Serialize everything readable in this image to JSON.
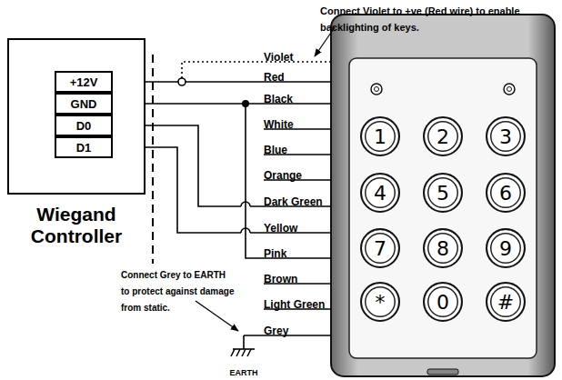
{
  "diagram": {
    "nodes": [
      {
        "text": [
          "Wiegand Controller"
        ]
      },
      {
        "text": [
          "+12V"
        ],
        "in": 0
      },
      {
        "text": [
          "GND"
        ],
        "in": 0
      },
      {
        "text": [
          "D0"
        ],
        "in": 0
      },
      {
        "text": [
          "D1"
        ],
        "in": 0
      },
      {
        "text": [
          "1"
        ]
      },
      {
        "text": [
          "2"
        ]
      },
      {
        "text": [
          "3"
        ]
      },
      {
        "text": [
          "4"
        ]
      },
      {
        "text": [
          "5"
        ]
      },
      {
        "text": [
          "6"
        ]
      },
      {
        "text": [
          "7"
        ]
      },
      {
        "text": [
          "8"
        ]
      },
      {
        "text": [
          "9"
        ]
      },
      {
        "text": [
          "*"
        ]
      },
      {
        "text": [
          "0"
        ]
      },
      {
        "text": [
          "#"
        ]
      }
    ],
    "labels": [
      "Connect Violet to +ve (Red wire) to enable backlighting of keys.",
      "Violet",
      "Red",
      "Black",
      "White",
      "Blue",
      "Orange",
      "Dark Green",
      "Yellow",
      "Pink",
      "Brown",
      "Light Green",
      "Grey",
      "Connect Grey to EARTH to protect against damage from static.",
      "EARTH"
    ]
  }
}
